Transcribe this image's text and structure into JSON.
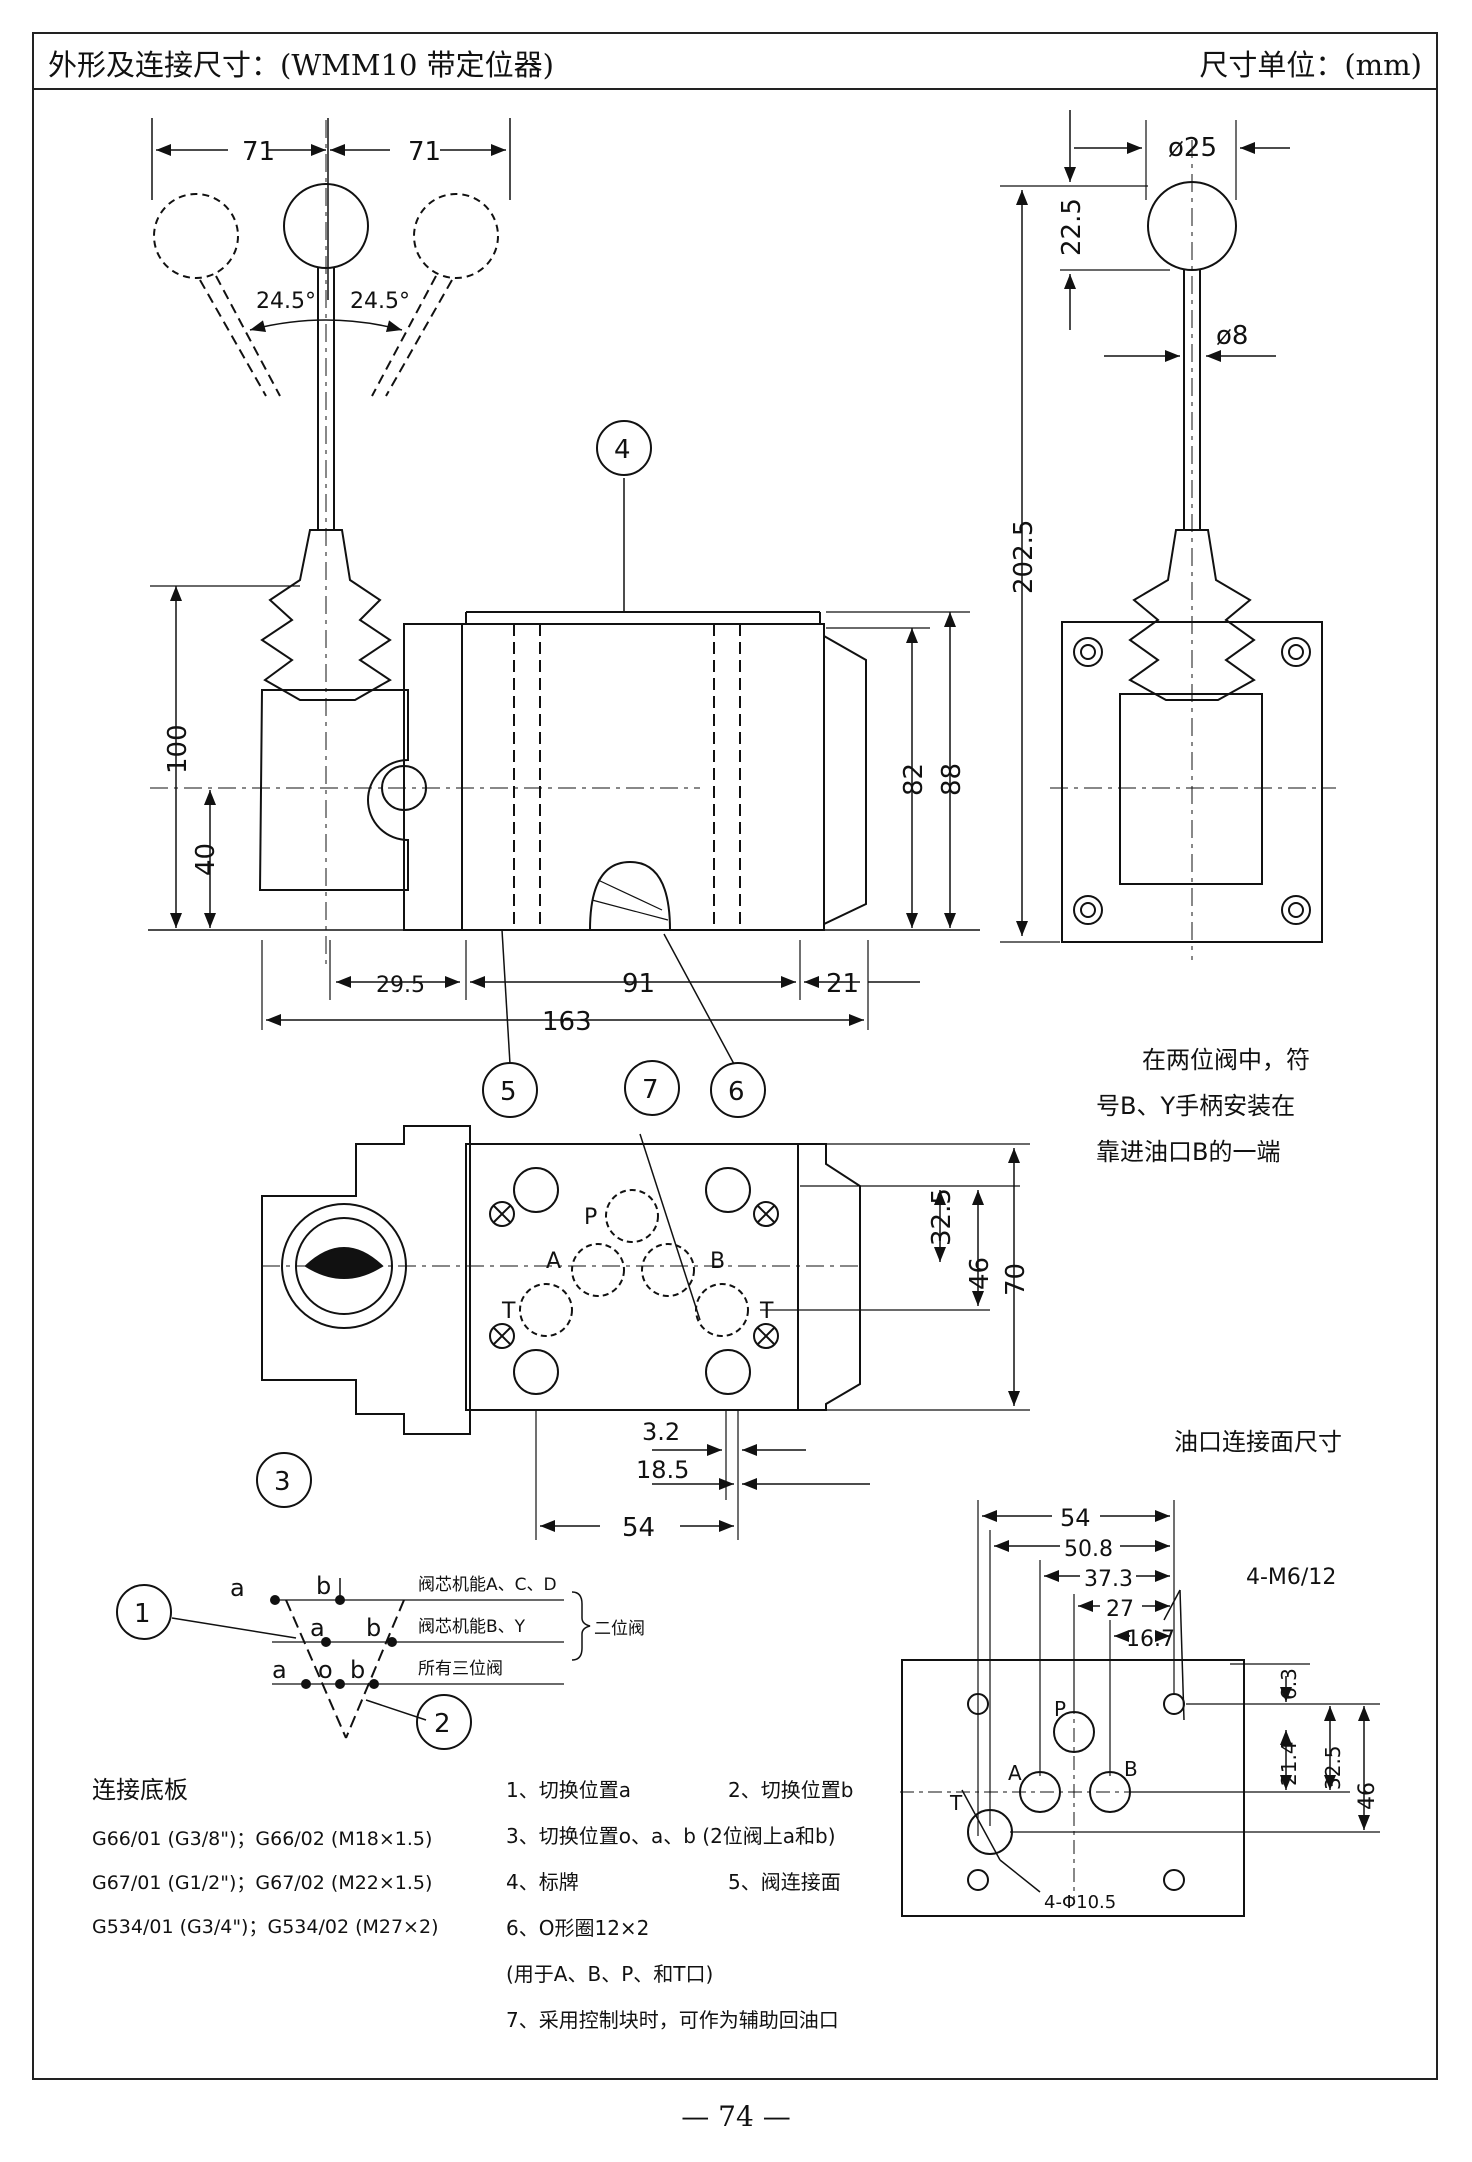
{
  "header": {
    "title": "外形及连接尺寸：(WMM10 带定位器)",
    "unit": "尺寸单位：(mm)"
  },
  "top_view": {
    "dims": {
      "d71a": "71",
      "d71b": "71",
      "a1": "24.5°",
      "a2": "24.5°",
      "d100": "100",
      "d40": "40",
      "d82": "82",
      "d88": "88",
      "d29_5": "29.5",
      "d91": "91",
      "d21": "21",
      "d163": "163"
    }
  },
  "side_view": {
    "dims": {
      "d25": "ø25",
      "d22_5": "22.5",
      "d8": "ø8",
      "d202_5": "202.5"
    }
  },
  "callouts": [
    "1",
    "2",
    "3",
    "4",
    "5",
    "6",
    "7"
  ],
  "note_two_position": {
    "line1": "在两位阀中，符",
    "line2": "号B、Y手柄安装在",
    "line3": "靠进油口B的一端"
  },
  "bottom_view": {
    "ports": {
      "p": "P",
      "a": "A",
      "b": "B",
      "t1": "T",
      "t2": "T"
    },
    "dims": {
      "d32_5": "32.5",
      "d46": "46",
      "d70": "70",
      "d3_2": "3.2",
      "d18_5": "18.5",
      "d54": "54"
    }
  },
  "port_face": {
    "title": "油口连接面尺寸",
    "dims": {
      "d54": "54",
      "d50_8": "50.8",
      "d37_3": "37.3",
      "d27": "27",
      "d16_7": "16.7",
      "m6": "4-M6/12",
      "d6_3": "6.3",
      "d21_4": "21.4",
      "d32_5": "32.5",
      "d46": "46",
      "hole": "4-Φ10.5"
    },
    "ports": {
      "p": "P",
      "a": "A",
      "b": "B",
      "t": "T"
    }
  },
  "switch_diagram": {
    "row1_label": "阀芯机能A、C、D",
    "row2_label": "阀芯机能B、Y",
    "row3_label": "所有三位阀",
    "brace_label": "二位阀",
    "letters": {
      "a1": "a",
      "b1": "b",
      "a2": "a",
      "b2": "b",
      "a3": "a",
      "o3": "o",
      "b3": "b"
    }
  },
  "subplate": {
    "title": "连接底板",
    "lines": [
      "G66/01 (G3/8\")；G66/02 (M18×1.5)",
      "G67/01 (G1/2\")；G67/02 (M22×1.5)",
      "G534/01 (G3/4\")；G534/02 (M27×2)"
    ]
  },
  "legend": {
    "item1": "1、切换位置a",
    "item2": "2、切换位置b",
    "item3": "3、切换位置o、a、b (2位阀上a和b)",
    "item4": "4、标牌",
    "item5": "5、阀连接面",
    "item6": "6、O形圈12×2",
    "item6b": "(用于A、B、P、和T口)",
    "item7": "7、采用控制块时，可作为辅助回油口"
  },
  "page_number": "— 74 —"
}
